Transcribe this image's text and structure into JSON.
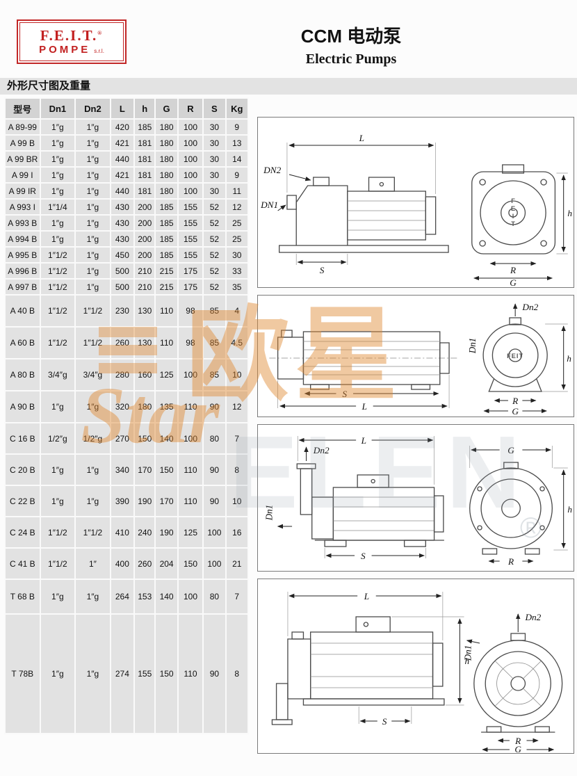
{
  "header": {
    "logo": {
      "name": "F.E.I.T.",
      "reg": "®",
      "sub": "POMPE",
      "suffix": "s.r.l."
    },
    "title_cn": "CCM 电动泵",
    "title_en": "Electric Pumps"
  },
  "section": {
    "heading": "外形尺寸图及重量"
  },
  "table": {
    "headers": [
      "型号",
      "Dn1",
      "Dn2",
      "L",
      "h",
      "G",
      "R",
      "S",
      "Kg"
    ],
    "rows": [
      [
        "A 89-99",
        "1″g",
        "1″g",
        "420",
        "185",
        "180",
        "100",
        "30",
        "9"
      ],
      [
        "A 99 B",
        "1″g",
        "1″g",
        "421",
        "181",
        "180",
        "100",
        "30",
        "13"
      ],
      [
        "A 99 BR",
        "1″g",
        "1″g",
        "440",
        "181",
        "180",
        "100",
        "30",
        "14"
      ],
      [
        "A 99 I",
        "1″g",
        "1″g",
        "421",
        "181",
        "180",
        "100",
        "30",
        "9"
      ],
      [
        "A 99 IR",
        "1″g",
        "1″g",
        "440",
        "181",
        "180",
        "100",
        "30",
        "11"
      ],
      [
        "A 993 I",
        "1″1/4",
        "1″g",
        "430",
        "200",
        "185",
        "155",
        "52",
        "12"
      ],
      [
        "A 993 B",
        "1″g",
        "1″g",
        "430",
        "200",
        "185",
        "155",
        "52",
        "25"
      ],
      [
        "A 994 B",
        "1″g",
        "1″g",
        "430",
        "200",
        "185",
        "155",
        "52",
        "25"
      ],
      [
        "A 995 B",
        "1″1/2",
        "1″g",
        "450",
        "200",
        "185",
        "155",
        "52",
        "30"
      ],
      [
        "A 996 B",
        "1″1/2",
        "1″g",
        "500",
        "210",
        "215",
        "175",
        "52",
        "33"
      ],
      [
        "A 997 B",
        "1″1/2",
        "1″g",
        "500",
        "210",
        "215",
        "175",
        "52",
        "35"
      ],
      [
        "A 40 B",
        "1″1/2",
        "1″1/2",
        "230",
        "130",
        "110",
        "98",
        "85",
        "4"
      ],
      [
        "A 60 B",
        "1″1/2",
        "1″1/2",
        "260",
        "130",
        "110",
        "98",
        "85",
        "4.5"
      ],
      [
        "A 80 B",
        "3/4″g",
        "3/4″g",
        "280",
        "160",
        "125",
        "100",
        "85",
        "10"
      ],
      [
        "A 90 B",
        "1″g",
        "1″g",
        "320",
        "180",
        "135",
        "110",
        "90",
        "12"
      ],
      [
        "C 16 B",
        "1/2″g",
        "1/2″g",
        "270",
        "150",
        "140",
        "100",
        "80",
        "7"
      ],
      [
        "C 20 B",
        "1″g",
        "1″g",
        "340",
        "170",
        "150",
        "110",
        "90",
        "8"
      ],
      [
        "C 22 B",
        "1″g",
        "1″g",
        "390",
        "190",
        "170",
        "110",
        "90",
        "10"
      ],
      [
        "C 24 B",
        "1″1/2",
        "1″1/2",
        "410",
        "240",
        "190",
        "125",
        "100",
        "16"
      ],
      [
        "C 41 B",
        "1″1/2",
        "1″",
        "400",
        "260",
        "204",
        "150",
        "100",
        "21"
      ],
      [
        "T 68 B",
        "1″g",
        "1″g",
        "264",
        "153",
        "140",
        "100",
        "80",
        "7"
      ],
      [
        "T 78B",
        "1″g",
        "1″g",
        "274",
        "155",
        "150",
        "110",
        "90",
        "8"
      ]
    ]
  },
  "diagrams": [
    {
      "L": "L",
      "h": "h",
      "G": "G",
      "R": "R",
      "S": "S",
      "dn1": "DN1",
      "dn2": "DN2",
      "brand": "FEIT"
    },
    {
      "L": "L",
      "h": "h",
      "G": "G",
      "R": "R",
      "S": "S",
      "dn1": "Dn1",
      "dn2": "Dn2",
      "brand": "FEIT"
    },
    {
      "L": "L",
      "h": "h",
      "G": "G",
      "R": "R",
      "S": "S",
      "dn1": "Dn1",
      "dn2": "Dn2"
    },
    {
      "L": "L",
      "h": "h",
      "G": "G",
      "R": "R",
      "S": "S",
      "dn1": "Dn1",
      "dn2": "Dn2"
    }
  ],
  "watermark": {
    "cn": "欧星",
    "en": "Star",
    "gray": "ELEN",
    "reg": "®"
  }
}
